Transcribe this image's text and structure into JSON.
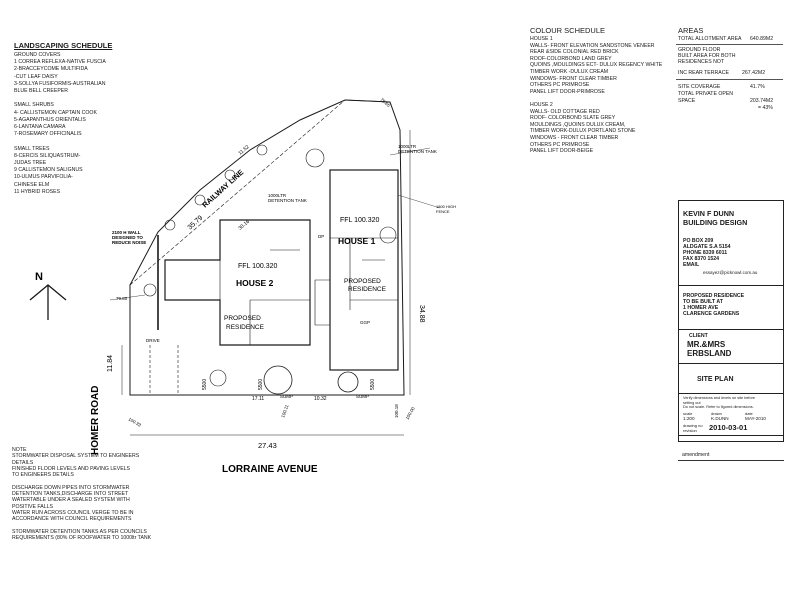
{
  "landscaping": {
    "title": "LANDSCAPING SCHEDULE",
    "lines": [
      "GROUND COVERS",
      "1 CORREA REFLEXA-NATIVE FUSCIA",
      "2-BRACCEYCOME MULTIFIDA",
      "    -CUT LEAF DAISY",
      "3-SOLLYA FUSIFORMIS-AUSTRALIAN",
      "    BLUE BELL CREEPER",
      "",
      "SMALL SHRUBS",
      "4- CALLISTEMON CAPTAIN COOK",
      "5-AGAPANTHUS ORIENTALIS",
      "6-LANTANA CAMARA",
      "7-ROSEMARY OFFICINALIS",
      "",
      "SMALL TREES",
      "8-CERCIS SILIQUASTRUM-",
      "    JUDAS TREE",
      "9 CALLISTEMON SALIGNUS",
      "10-ULMUS PARVIFOLIA-",
      "    CHINESE ELM",
      "11 HYBRID ROSES"
    ]
  },
  "colour": {
    "title": "COLOUR SCHEDULE",
    "lines": [
      "HOUSE 1",
      "WALLS- FRONT ELEVATION SANDSTONE VENEER",
      "        REAR &SIDE COLONIAL RED BRICK",
      "ROOF-COLORBOND LAND GREY",
      "QUOINS ,MOULDINGS ECT- DULUX REGENCY WHITE",
      "TIMBER WORK -DULUX CREAM",
      "WINDOWS- FRONT CLEAR TIMBER",
      "                OTHERS PC PRIMROSE",
      "PANEL LIFT DOOR-PRIMROSE",
      "",
      "HOUSE 2",
      "WALLS- OLD COTTAGE RED",
      "ROOF- COLORBOND SLATE GREY",
      "MOULDINGS ,QUOINS DULUX CREAM,",
      "TIMBER WORK-DULUX PORTLAND STONE",
      "WINDOWS - FRONT CLEAR TIMBER",
      "                OTHERS PC PRIMROSE",
      "PANEL LIFT DOOR-BEIGE"
    ]
  },
  "areas": {
    "title": "AREAS",
    "allotment_label": "TOTAL ALLOTMENT AREA",
    "allotment_value": "640.89M2",
    "ground_lines": [
      "GROUND FLOOR",
      "BUILT AREA FOR BOTH",
      "RESIDENCES NOT"
    ],
    "terrace_label": "INC REAR TERRACE",
    "terrace_value": "267.42M2",
    "coverage_label": "SITE COVERAGE",
    "coverage_value": "41.7%",
    "open_label": "TOTAL PRIVATE OPEN",
    "space_label": "SPACE",
    "space_value": "203.74M2",
    "space_pct": "= 43%"
  },
  "titleblock": {
    "firm": [
      "KEVIN F DUNN",
      "BUILDING DESIGN"
    ],
    "address": [
      "PO BOX 209",
      "ALDGATE  S.A 5154",
      "PHONE 8339 6011",
      "FAX     8370 1524",
      "EMAIL"
    ],
    "email": "essayez@picknowl.com.au",
    "project": [
      "PROPOSED RESIDENCE",
      "TO BE BUILT AT",
      "1 HOMER AVE",
      "CLARENCE GARDENS"
    ],
    "client_label": "CLIENT",
    "client": [
      "MR.&MRS",
      "ERBSLAND"
    ],
    "drawing_title": "SITE PLAN",
    "verify": [
      "Verify dimensions and levels on site before",
      "setting out",
      "Do not scale. Refer to figured dimensions."
    ],
    "meta_labels": [
      "scale",
      "drawn",
      "date"
    ],
    "meta_values": [
      "1:200",
      "K.DUNN",
      "MAY-2010"
    ],
    "drawing_no_label": "drawing no",
    "revision_label": "revision",
    "drawing_no": "2010-03-01",
    "amendment": "amendment"
  },
  "notes": {
    "lines": [
      "NOTE",
      "STORMWATER DISPOSAL SYSTEM TO ENGINEERS",
      "DETAILS",
      "FINISHED  FLOOR LEVELS AND PAVING LEVELS",
      "TO ENGINEERS DETAILS",
      "",
      "DISCHARGE DOWN PIPES INTO STORMWATER",
      "DETENTION TANKS,DISCHARGE INTO STREET",
      "WATERTABLE UNDER A SEALED SYSTEM WITH",
      "POSITIVE FALLS",
      "WATER RUN ACROSS COUNCIL VERGE TO BE IN",
      "ACCORDANCE WITH COUNCIL REQUIREMENTS",
      "",
      "STORMWATER DETENTION TANKS AS PER COUNCILS",
      "REQUIREMENTS (80% OF ROOFWATER TO 1000ltr TANK"
    ]
  },
  "plan": {
    "north": "N",
    "railway": "RAILWAY LINE",
    "homer_road": "HOMER ROAD",
    "lorraine": "LORRAINE AVENUE",
    "house1": "HOUSE 1",
    "house2": "HOUSE 2",
    "ffl1": "FFL 100.320",
    "ffl2": "FFL 100.320",
    "proposed": "PROPOSED",
    "residence": "RESIDENCE",
    "dim_35_79": "35.79",
    "dim_30_16": "30.16",
    "dim_34_88": "34.88",
    "dim_27_43": "27.43",
    "dim_11_84": "11.84",
    "dim_17_11": "17.11",
    "dim_10_32": "10.32",
    "dim_5500a": "5500",
    "dim_5500b": "5500",
    "dim_5500c": "5500",
    "dim_11_52": "11.52",
    "dim_79_80": "79.80",
    "dim_79_65": "79.65",
    "dim_100_33": "100.33",
    "dim_100_11": "100.11",
    "dim_100_18": "100.18",
    "dim_100_00": "100.00",
    "tank_a": [
      "1000LTR",
      "DETENTION TANK"
    ],
    "tank_b": [
      "1000LTR",
      "DETENTION TANK"
    ],
    "wall_note": [
      "2100 H WALL",
      "DESIGNED TO",
      "REDUCE NOISE"
    ],
    "fence_note": [
      "1800 HIGH",
      "FENCE"
    ],
    "drive": "DRIVE",
    "sump_a": "SUMP",
    "sump_b": "SUMP",
    "dp_label": "DP",
    "ggp": "GGP"
  }
}
